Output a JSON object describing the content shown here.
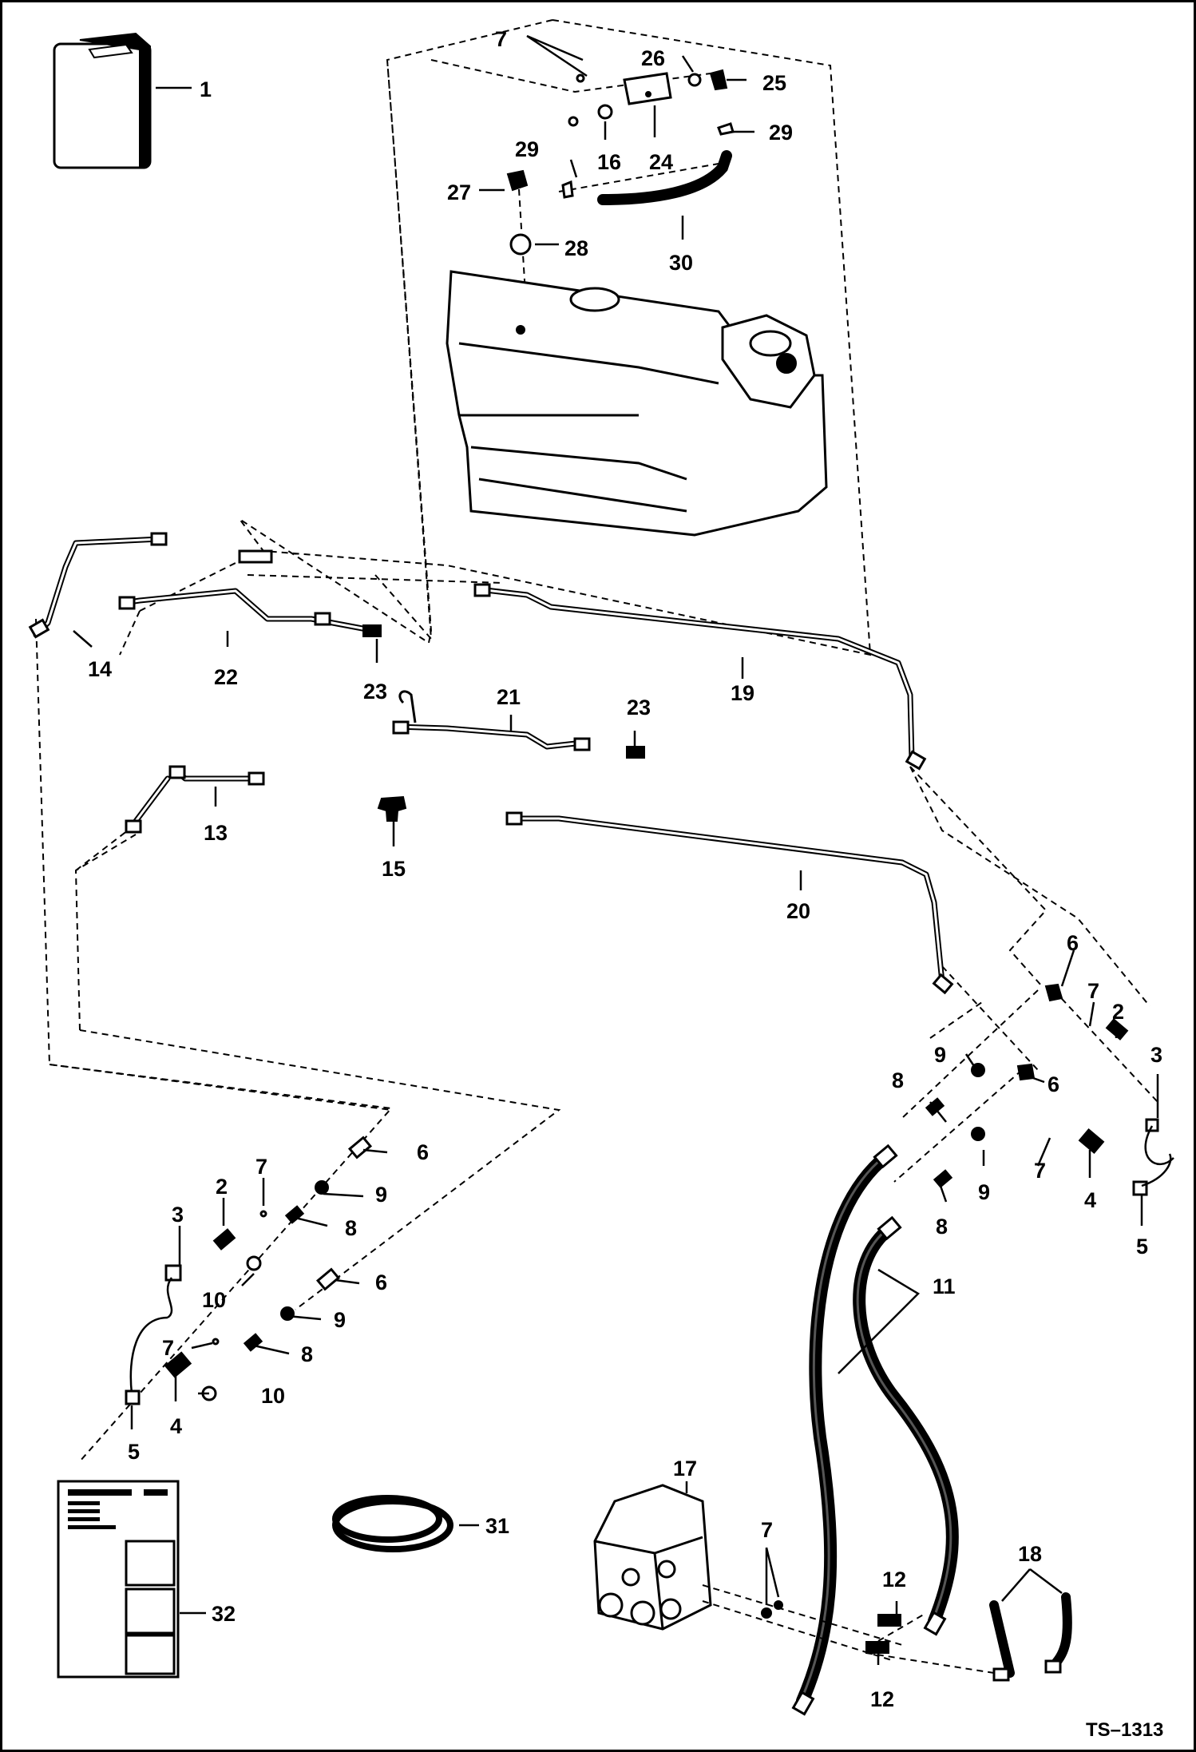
{
  "diagram": {
    "drawing_code": "TS–1313",
    "callouts": [
      "1",
      "2",
      "3",
      "4",
      "5",
      "6",
      "7",
      "8",
      "9",
      "10",
      "11",
      "12",
      "13",
      "14",
      "15",
      "16",
      "17",
      "18",
      "19",
      "20",
      "21",
      "22",
      "23",
      "24",
      "25",
      "26",
      "27",
      "28",
      "29",
      "30",
      "31",
      "32"
    ]
  }
}
